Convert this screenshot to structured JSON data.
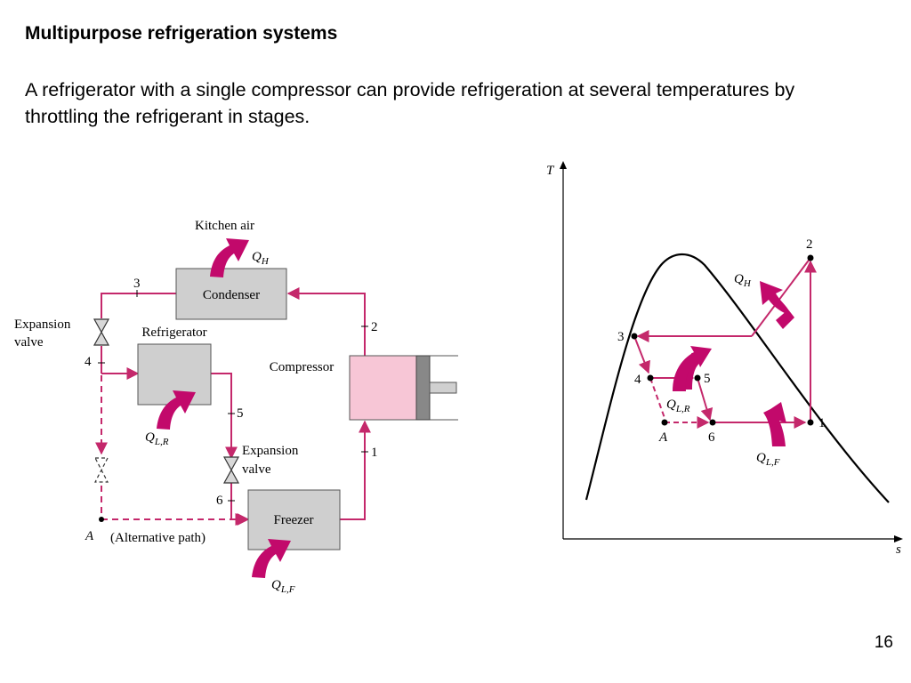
{
  "title": "Multipurpose refrigeration systems",
  "body": "A refrigerator with a single compressor can provide refrigeration at several temperatures by throttling the refrigerant in stages.",
  "page_number": "16",
  "colors": {
    "pipe": "#c4286b",
    "arrow": "#c2096b",
    "box": "#cfcfcf",
    "compressor": "#f7c6d6"
  },
  "schematic": {
    "kitchen_air": "Kitchen air",
    "condenser": "Condenser",
    "refrigerator": "Refrigerator",
    "compressor": "Compressor",
    "freezer": "Freezer",
    "expansion_valve_1": [
      "Expansion",
      "valve"
    ],
    "expansion_valve_2": [
      "Expansion",
      "valve"
    ],
    "alternative_path": "(Alternative path)",
    "point_A": "A",
    "state_labels": [
      "1",
      "2",
      "3",
      "4",
      "5",
      "6"
    ],
    "q_h": {
      "main": "Q",
      "sub": "H"
    },
    "q_lr": {
      "main": "Q",
      "sub": "L,R"
    },
    "q_lf": {
      "main": "Q",
      "sub": "L,F"
    }
  },
  "ts_diagram": {
    "y_axis": "T",
    "x_axis": "s",
    "state_labels": [
      "1",
      "2",
      "3",
      "4",
      "5",
      "6"
    ],
    "point_A": "A",
    "q_h": {
      "main": "Q",
      "sub": "H"
    },
    "q_lr": {
      "main": "Q",
      "sub": "L,R"
    },
    "q_lf": {
      "main": "Q",
      "sub": "L,F"
    }
  }
}
